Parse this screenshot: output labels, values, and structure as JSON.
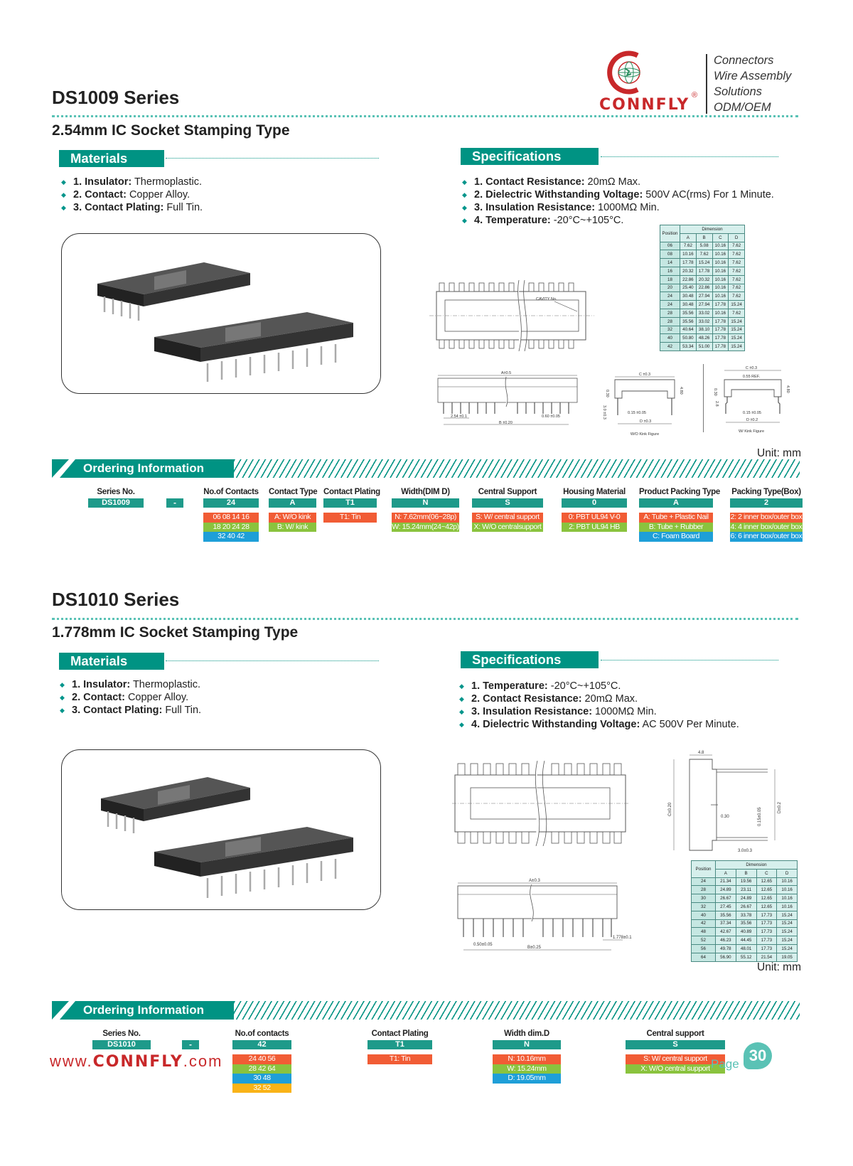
{
  "brand": {
    "name": "CONNFLY",
    "reg": "®",
    "tags": [
      "Connectors",
      "Wire Assembly",
      "Solutions",
      "ODM/OEM"
    ]
  },
  "ds1009": {
    "title": "DS1009 Series",
    "subtitle": "2.54mm IC Socket Stamping Type",
    "materials_heading": "Materials",
    "materials": [
      {
        "label": "1. Insulator:",
        "value": " Thermoplastic."
      },
      {
        "label": "2. Contact:",
        "value": " Copper Alloy."
      },
      {
        "label": "3. Contact Plating:",
        "value": " Full Tin."
      }
    ],
    "specs_heading": "Specifications",
    "specs": [
      {
        "label": "1. Contact Resistance:",
        "value": " 20mΩ Max."
      },
      {
        "label": "2. Dielectric Withstanding Voltage:",
        "value": " 500V AC(rms) For 1 Minute."
      },
      {
        "label": "3. Insulation Resistance:",
        "value": " 1000MΩ Min."
      },
      {
        "label": "4. Temperature:",
        "value": " -20°C~+105°C."
      }
    ],
    "table": {
      "pos_header": "Position",
      "dim_header": "Dimension",
      "cols": [
        "A",
        "B",
        "C",
        "D"
      ],
      "rows": [
        [
          "06",
          "7.62",
          "5.08",
          "10.16",
          "7.62"
        ],
        [
          "08",
          "10.16",
          "7.62",
          "10.16",
          "7.62"
        ],
        [
          "14",
          "17.78",
          "15.24",
          "10.16",
          "7.62"
        ],
        [
          "16",
          "20.32",
          "17.78",
          "10.16",
          "7.62"
        ],
        [
          "18",
          "22.86",
          "20.32",
          "10.16",
          "7.62"
        ],
        [
          "20",
          "25.40",
          "22.86",
          "10.16",
          "7.62"
        ],
        [
          "24",
          "30.48",
          "27.94",
          "10.16",
          "7.62"
        ],
        [
          "24",
          "30.48",
          "27.94",
          "17.78",
          "15.24"
        ],
        [
          "28",
          "35.56",
          "33.02",
          "10.16",
          "7.62"
        ],
        [
          "28",
          "35.56",
          "33.02",
          "17.78",
          "15.24"
        ],
        [
          "32",
          "40.64",
          "38.10",
          "17.78",
          "15.24"
        ],
        [
          "40",
          "50.80",
          "48.26",
          "17.78",
          "15.24"
        ],
        [
          "42",
          "53.34",
          "51.00",
          "17.78",
          "15.24"
        ]
      ]
    },
    "drawing": {
      "cavity": "CAVITY No.",
      "a": "A±0.5",
      "pitch": "2.54 ±0.1",
      "b": "B ±0.20",
      "pin": "0.60 ±0.05",
      "c1": "C ±0.3",
      "h1": "4.80",
      "t1": "0.30",
      "s1": "3.0 ±0.3",
      "w1": "0.15 ±0.05",
      "d1": "D ±0.3",
      "fig1": "W/O Kink Figure",
      "c2": "C ±0.3",
      "ref": "0.55 REF.",
      "h2": "4.80",
      "t2": "0.30",
      "k2": "2.8",
      "w2": "0.15 ±0.05",
      "d2": "D ±0.2",
      "fig2": "W/ Kink Figure"
    },
    "unit": "Unit: mm",
    "ordering_heading": "Ordering Information",
    "ordering": [
      {
        "header": "Series No.",
        "value": "DS1009",
        "options": []
      },
      {
        "header": "No.of Contacts",
        "value": "24",
        "options": [
          {
            "text": "06 08 14 16",
            "color": "orange"
          },
          {
            "text": "18 20 24 28",
            "color": "green"
          },
          {
            "text": "32 40 42",
            "color": "blue"
          }
        ]
      },
      {
        "header": "Contact Type",
        "value": "A",
        "options": [
          {
            "text": "A: W/O kink",
            "color": "orange"
          },
          {
            "text": "B: W/ kink",
            "color": "green"
          }
        ]
      },
      {
        "header": "Contact Plating",
        "value": "T1",
        "options": [
          {
            "text": "T1: Tin",
            "color": "orange"
          }
        ]
      },
      {
        "header": "Width(DIM D)",
        "value": "N",
        "options": [
          {
            "text": "N: 7.62mm(06~28p)",
            "color": "orange"
          },
          {
            "text": "W: 15.24mm(24~42p)",
            "color": "green"
          }
        ]
      },
      {
        "header": "Central Support",
        "value": "S",
        "options": [
          {
            "text": "S: W/ central support",
            "color": "orange"
          },
          {
            "text": "X: W/O centralsupport",
            "color": "green"
          }
        ]
      },
      {
        "header": "Housing Material",
        "value": "0",
        "options": [
          {
            "text": "0: PBT UL94 V-0",
            "color": "orange"
          },
          {
            "text": "2: PBT UL94 HB",
            "color": "green"
          }
        ]
      },
      {
        "header": "Product Packing Type",
        "value": "A",
        "options": [
          {
            "text": "A: Tube + Plastic Nail",
            "color": "orange"
          },
          {
            "text": "B: Tube + Rubber",
            "color": "green"
          },
          {
            "text": "C: Foam Board",
            "color": "blue"
          }
        ]
      },
      {
        "header": "Packing Type(Box)",
        "value": "2",
        "options": [
          {
            "text": "2: 2 inner box/outer box",
            "color": "orange"
          },
          {
            "text": "4: 4 inner box/outer box",
            "color": "green"
          },
          {
            "text": "6: 6 inner box/outer box",
            "color": "blue"
          }
        ]
      }
    ],
    "dash": "-"
  },
  "ds1010": {
    "title": "DS1010 Series",
    "subtitle": "1.778mm IC Socket Stamping Type",
    "materials_heading": "Materials",
    "materials": [
      {
        "label": "1. Insulator:",
        "value": " Thermoplastic."
      },
      {
        "label": "2. Contact:",
        "value": " Copper Alloy."
      },
      {
        "label": "3. Contact Plating:",
        "value": " Full Tin."
      }
    ],
    "specs_heading": "Specifications",
    "specs": [
      {
        "label": "1. Temperature:",
        "value": " -20°C~+105°C."
      },
      {
        "label": "2. Contact Resistance:",
        "value": " 20mΩ Max."
      },
      {
        "label": "3. Insulation Resistance:",
        "value": " 1000MΩ Min."
      },
      {
        "label": "4. Dielectric Withstanding Voltage:",
        "value": " AC 500V Per Minute."
      }
    ],
    "table": {
      "pos_header": "Position",
      "dim_header": "Dimension",
      "cols": [
        "A",
        "B",
        "C",
        "D"
      ],
      "rows": [
        [
          "24",
          "21.34",
          "19.56",
          "12.65",
          "10.16"
        ],
        [
          "28",
          "24.89",
          "23.11",
          "12.65",
          "10.16"
        ],
        [
          "30",
          "26.67",
          "24.89",
          "12.65",
          "10.16"
        ],
        [
          "32",
          "27.45",
          "26.67",
          "12.65",
          "10.16"
        ],
        [
          "40",
          "35.56",
          "33.78",
          "17.73",
          "15.24"
        ],
        [
          "42",
          "37.34",
          "35.56",
          "17.73",
          "15.24"
        ],
        [
          "48",
          "42.67",
          "40.89",
          "17.73",
          "15.24"
        ],
        [
          "52",
          "46.23",
          "44.45",
          "17.73",
          "15.24"
        ],
        [
          "56",
          "49.78",
          "48.01",
          "17.73",
          "15.24"
        ],
        [
          "64",
          "56.90",
          "55.12",
          "21.54",
          "19.05"
        ]
      ]
    },
    "drawing": {
      "w48": "4.8",
      "c": "C±0.20",
      "w": "0.15±0.05",
      "d": "D±0.2",
      "t": "0.30",
      "s": "3.0±0.3",
      "a": "A±0.3",
      "pin": "0.50±0.05",
      "pitch": "1.778±0.1",
      "b": "B±0.25"
    },
    "unit": "Unit: mm",
    "ordering_heading": "Ordering Information",
    "ordering": [
      {
        "header": "Series No.",
        "value": "DS1010",
        "options": []
      },
      {
        "header": "No.of contacts",
        "value": "42",
        "options": [
          {
            "text": "24  40  56",
            "color": "orange"
          },
          {
            "text": "28  42  64",
            "color": "green"
          },
          {
            "text": "30  48",
            "color": "blue"
          },
          {
            "text": "32  52",
            "color": "yellow"
          }
        ]
      },
      {
        "header": "Contact Plating",
        "value": "T1",
        "options": [
          {
            "text": "T1: Tin",
            "color": "orange"
          }
        ]
      },
      {
        "header": "Width dim.D",
        "value": "N",
        "options": [
          {
            "text": "N: 10.16mm",
            "color": "orange"
          },
          {
            "text": "W: 15.24mm",
            "color": "green"
          },
          {
            "text": "D: 19.05mm",
            "color": "blue"
          }
        ]
      },
      {
        "header": "Central support",
        "value": "S",
        "options": [
          {
            "text": "S: W/ central support",
            "color": "orange"
          },
          {
            "text": "X: W/O central support",
            "color": "green"
          }
        ]
      }
    ],
    "dash": "-"
  },
  "footer": {
    "url_prefix": "www.",
    "url_brand": "CONNFLY",
    "url_suffix": ".com",
    "page_label": "Page",
    "page_number": "30"
  }
}
